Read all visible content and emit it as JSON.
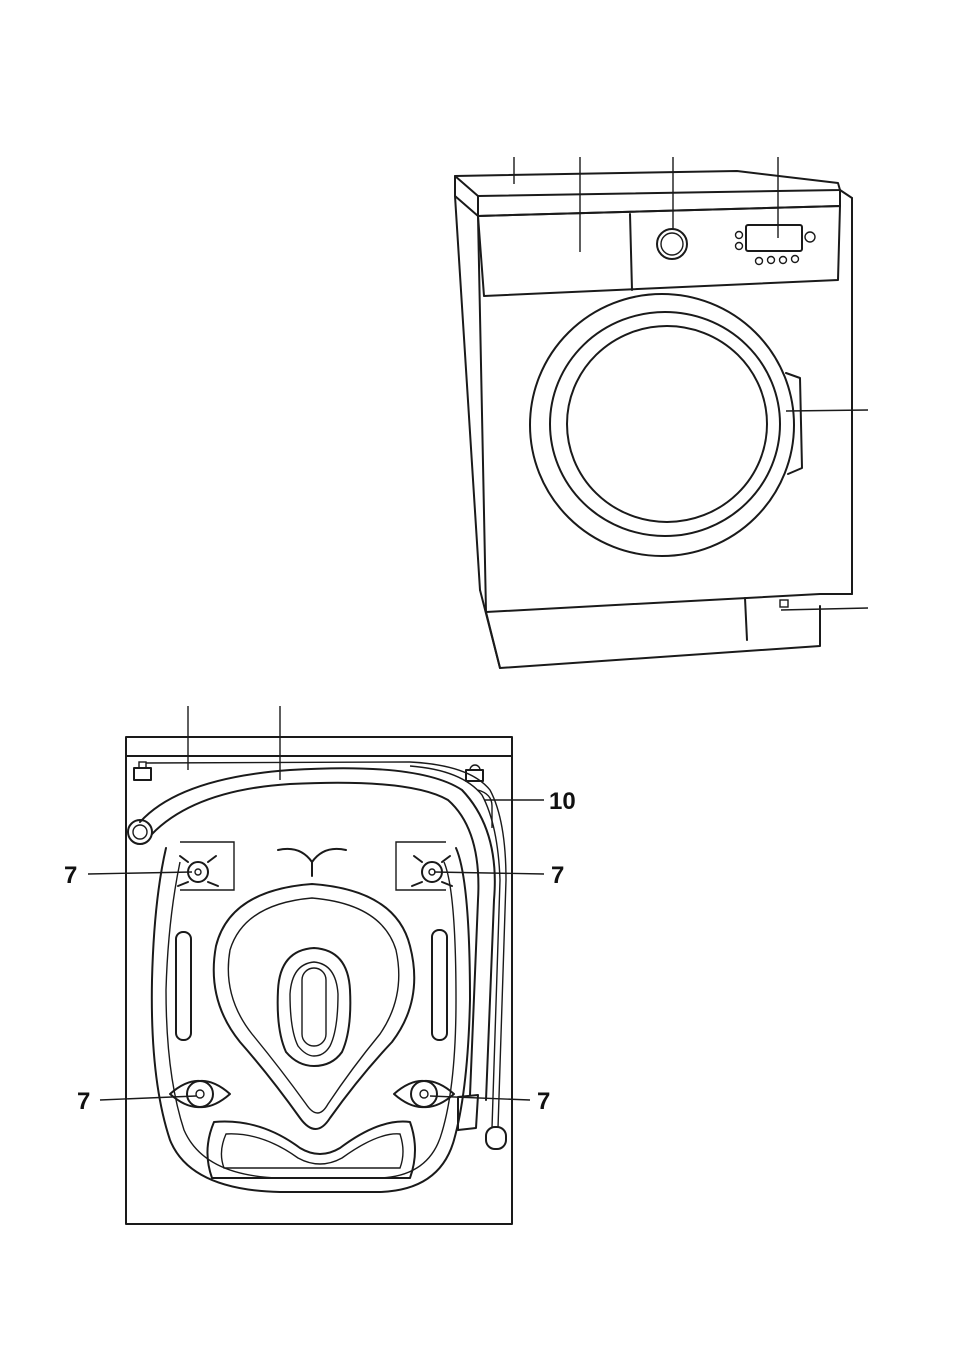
{
  "callouts": {
    "front_view": [],
    "rear_view": [
      {
        "id": "hose-clip-top-right",
        "label": "10"
      },
      {
        "id": "transit-bolt-upper-left",
        "label": "7"
      },
      {
        "id": "transit-bolt-upper-right",
        "label": "7"
      },
      {
        "id": "transit-bolt-lower-left",
        "label": "7"
      },
      {
        "id": "transit-bolt-lower-right",
        "label": "7"
      }
    ]
  },
  "colors": {
    "ink": "#1a1a1a",
    "paper": "#ffffff"
  }
}
